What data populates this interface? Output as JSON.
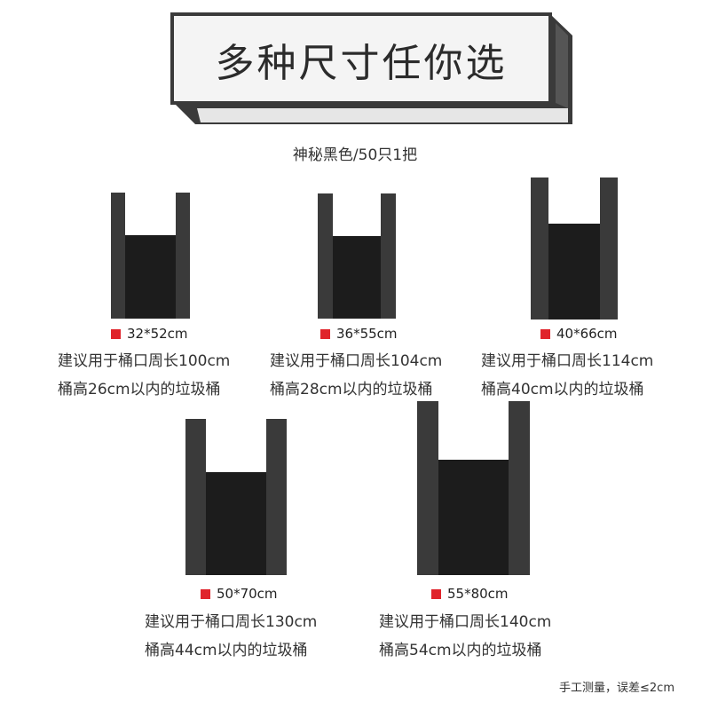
{
  "banner": {
    "title": "多种尺寸任你选"
  },
  "subtitle": "神秘黑色/50只1把",
  "accent_color": "#e0242b",
  "bag_color": "#1c1c1c",
  "bags": [
    {
      "size": "32*52cm",
      "line1": "建议用于桶口周长100cm",
      "line2": "桶高26cm以内的垃圾桶"
    },
    {
      "size": "36*55cm",
      "line1": "建议用于桶口周长104cm",
      "line2": "桶高28cm以内的垃圾桶"
    },
    {
      "size": "40*66cm",
      "line1": "建议用于桶口周长114cm",
      "line2": "桶高40cm以内的垃圾桶"
    },
    {
      "size": "50*70cm",
      "line1": "建议用于桶口周长130cm",
      "line2": "桶高44cm以内的垃圾桶"
    },
    {
      "size": "55*80cm",
      "line1": "建议用于桶口周长140cm",
      "line2": "桶高54cm以内的垃圾桶"
    }
  ],
  "footnote": "手工测量，误差≤2cm"
}
